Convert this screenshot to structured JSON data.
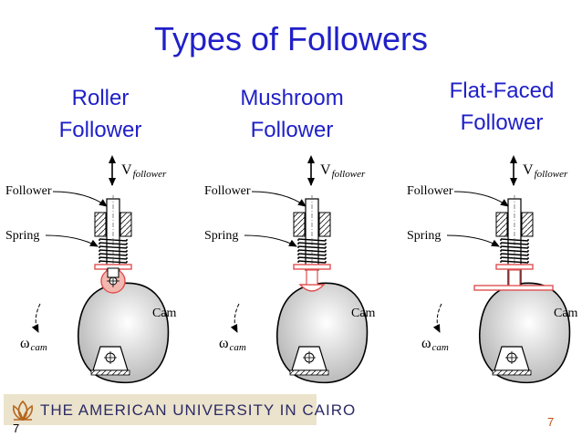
{
  "title": "Types of Followers",
  "columns": [
    {
      "name_line1": "Roller",
      "name_line2": "Follower",
      "type": "roller"
    },
    {
      "name_line1": "Mushroom",
      "name_line2": "Follower",
      "type": "mushroom"
    },
    {
      "name_line1": "Flat-Faced",
      "name_line2": "Follower",
      "type": "flat"
    }
  ],
  "labels": {
    "follower": "Follower",
    "spring": "Spring",
    "cam": "Cam",
    "velocity": "V",
    "velocity_sub": "follower",
    "omega": "ω",
    "omega_sub": "cam"
  },
  "colors": {
    "title": "#2020c8",
    "highlight": "#e05050",
    "roller_fill": "#f3b8b0",
    "logo_bg": "#ebe3cc",
    "page_number": "#c05010"
  },
  "footer": {
    "logo_text": "THE AMERICAN UNIVERSITY IN CAIRO",
    "logo_icon": "auc-lotus-icon",
    "page_left": "7",
    "page_right": "7"
  }
}
